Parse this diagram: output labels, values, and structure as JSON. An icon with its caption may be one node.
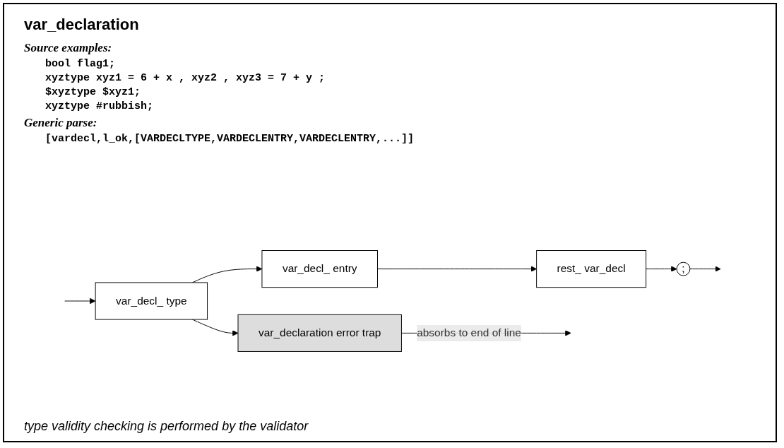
{
  "diagram": {
    "title": "var_declaration",
    "nodes": [
      {
        "text": [
          "var_decl_ type"
        ]
      },
      {
        "text": [
          "var_decl_ entry"
        ]
      },
      {
        "text": [
          "rest_ var_decl"
        ]
      },
      {
        "text": [
          ";"
        ]
      },
      {
        "text": [
          "var_declaration error trap"
        ]
      }
    ],
    "edges": [
      {
        "from": null,
        "to": 0,
        "arrow": "to"
      },
      {
        "from": 0,
        "to": 1,
        "arrow": "to"
      },
      {
        "from": 1,
        "to": 2,
        "arrow": "to"
      },
      {
        "from": 2,
        "to": 3,
        "arrow": "to"
      },
      {
        "from": 3,
        "to": null,
        "arrow": "to"
      },
      {
        "from": 0,
        "to": 4,
        "arrow": "to"
      },
      {
        "from": 4,
        "to": null,
        "arrow": "to",
        "label": "absorbs to end of line"
      }
    ],
    "labels": [
      "Source examples:",
      "bool flag1;",
      "xyztype xyz1 = 6 + x , xyz2 , xyz3 = 7 + y ;",
      "$xyztype $xyz1;",
      "xyztype #rubbish;",
      "Generic parse:",
      "[vardecl,l_ok,[VARDECLTYPE,VARDECLENTRY,VARDECLENTRY,...]]",
      "type validity checking is performed by the validator"
    ]
  }
}
